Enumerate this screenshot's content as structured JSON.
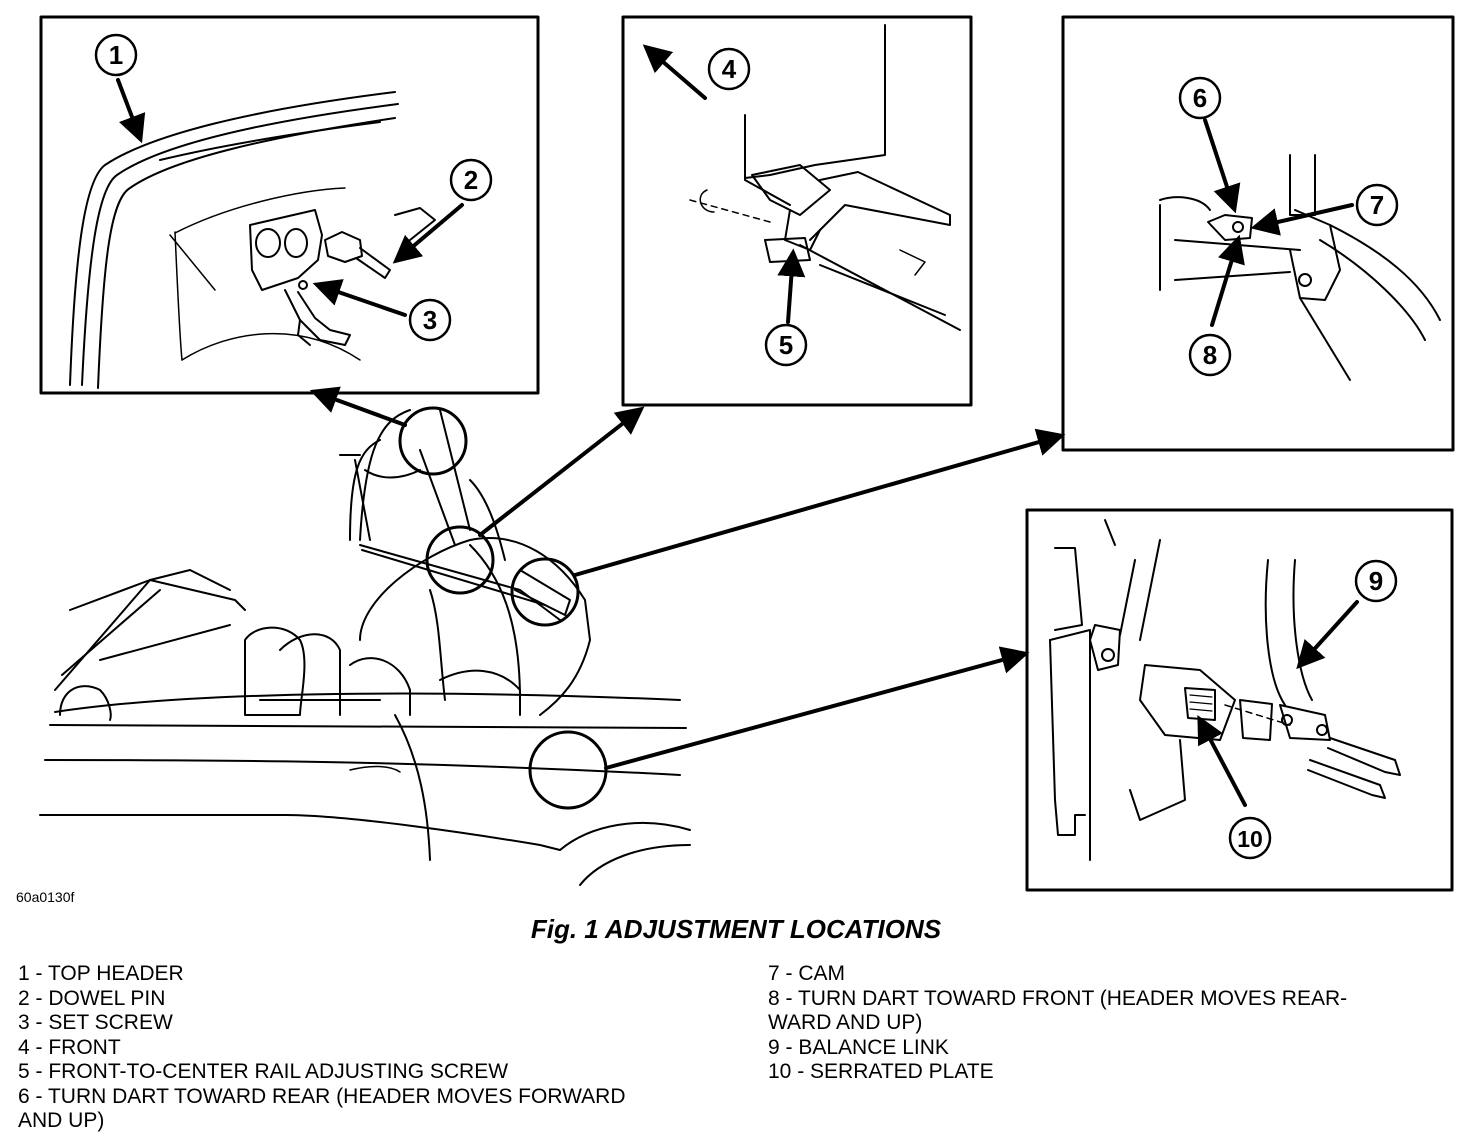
{
  "figure": {
    "code": "60a0130f",
    "caption": "Fig. 1 ADJUSTMENT LOCATIONS",
    "callout_numbers": [
      "1",
      "2",
      "3",
      "4",
      "5",
      "6",
      "7",
      "8",
      "9",
      "10"
    ]
  },
  "legend": {
    "left": [
      "1 - TOP HEADER",
      "2 - DOWEL PIN",
      "3 - SET SCREW",
      "4 - FRONT",
      "5 - FRONT-TO-CENTER RAIL ADJUSTING SCREW",
      "6 - TURN DART TOWARD REAR (HEADER MOVES FORWARD\nAND UP)"
    ],
    "right": [
      "7 - CAM",
      "8 - TURN DART TOWARD FRONT (HEADER MOVES REAR-\nWARD AND UP)",
      "9 - BALANCE LINK",
      "10 - SERRATED PLATE"
    ]
  }
}
